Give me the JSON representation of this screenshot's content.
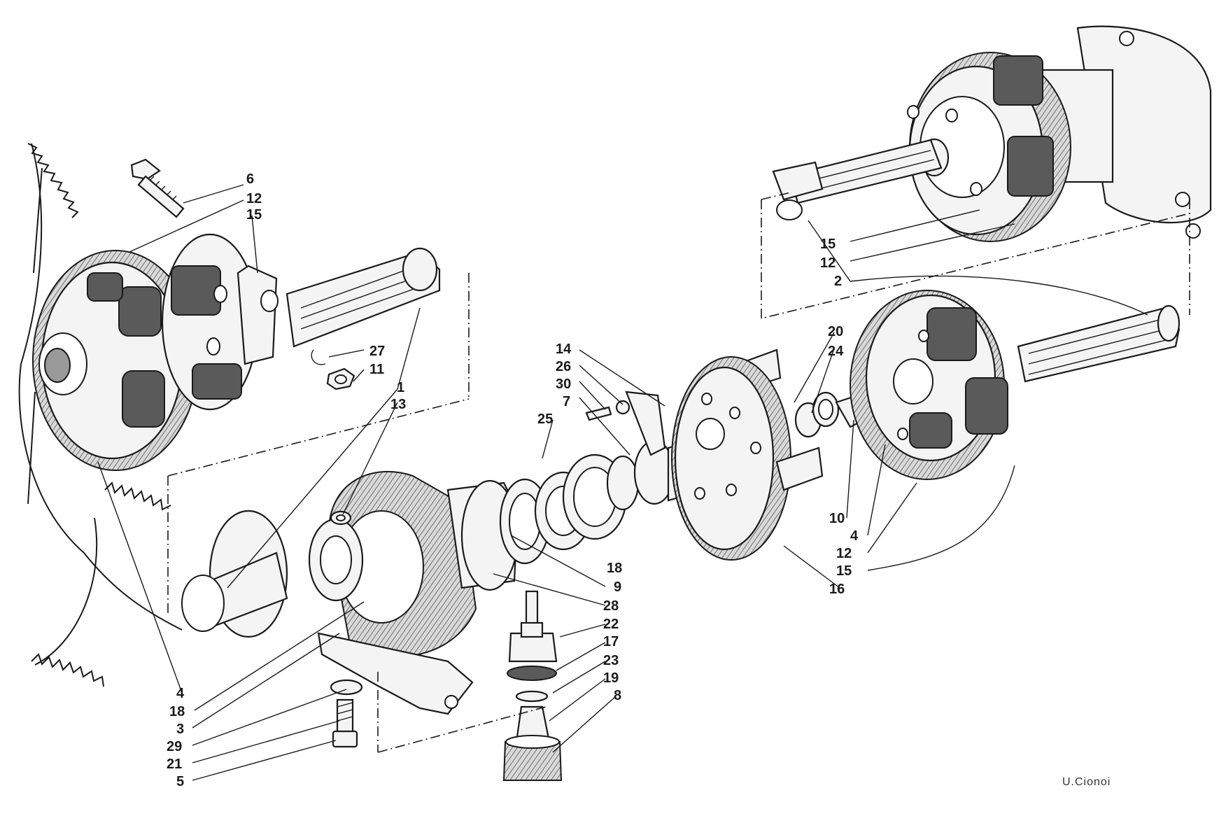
{
  "labels": {
    "l6": "6",
    "l12a": "12",
    "l15a": "15",
    "l27": "27",
    "l11": "11",
    "l1": "1",
    "l13": "13",
    "l14": "14",
    "l26": "26",
    "l30": "30",
    "l7": "7",
    "l25": "25",
    "l20": "20",
    "l24": "24",
    "l15b": "15",
    "l12b": "12",
    "l2": "2",
    "l10": "10",
    "l4b": "4",
    "l12c": "12",
    "l15c": "15",
    "l16": "16",
    "l18b": "18",
    "l9": "9",
    "l28": "28",
    "l22": "22",
    "l17": "17",
    "l23": "23",
    "l19": "19",
    "l8": "8",
    "l4a": "4",
    "l18a": "18",
    "l3": "3",
    "l29": "29",
    "l21": "21",
    "l5": "5"
  },
  "signature": "U.Cionoi"
}
